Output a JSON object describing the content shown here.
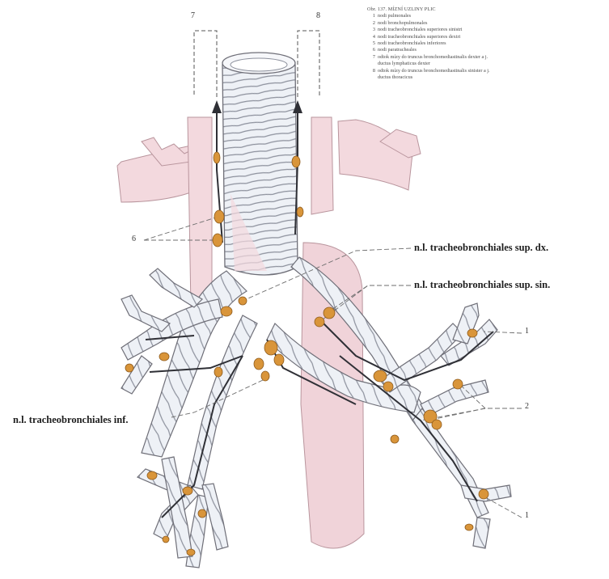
{
  "caption": {
    "title": "Obr. 137. MÍZNÍ UZLINY PLIC",
    "legend": [
      {
        "num": "1",
        "text": "nodi pulmonales"
      },
      {
        "num": "2",
        "text": "nodi bronchopulmonales"
      },
      {
        "num": "3",
        "text": "nodi tracheobronchiales superiores sinistri"
      },
      {
        "num": "4",
        "text": "nodi tracheobronchiales superiores dextri"
      },
      {
        "num": "5",
        "text": "nodi tracheobronchiales inferiores"
      },
      {
        "num": "6",
        "text": "nodi paratracheales"
      },
      {
        "num": "7",
        "text": "odtok mízy do truncus bronchomediastinalis dexter a j."
      },
      {
        "num": "",
        "text": "ductus lymphaticus dexter"
      },
      {
        "num": "8",
        "text": "odtok mízy do truncus bronchomediastinalis sinister a j."
      },
      {
        "num": "",
        "text": "ductus thoracicus"
      }
    ]
  },
  "labels": {
    "num7": "7",
    "num8": "8",
    "num6": "6",
    "num1_top": "1",
    "num2": "2",
    "num1_bottom": "1",
    "sup_dx": "n.l. tracheobronchiales sup. dx.",
    "sup_sin": "n.l. tracheobronchiales sup. sin.",
    "inf": "n.l. tracheobronchiales inf."
  },
  "colors": {
    "lymph_node": "#d9953a",
    "vessel_pink": "#f3d9de",
    "airway": "#eef1f6",
    "outline": "#6f6f78"
  }
}
